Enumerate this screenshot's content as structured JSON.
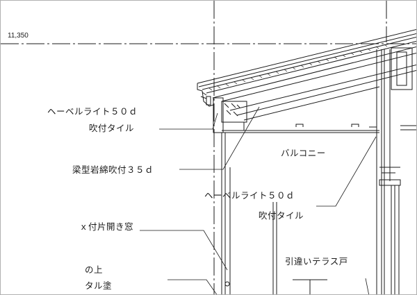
{
  "dimension": "11,350",
  "labels": {
    "heber_light_upper": "ヘーベルライト５０ｄ",
    "spray_tile_upper": "吹付タイル",
    "beam_rockwool": "梁型岩綿吹付３５ｄ",
    "balcony": "バルコニー",
    "heber_light_lower": "ヘーベルライト５０ｄ",
    "spray_tile_lower": "吹付タイル",
    "window": "ｘ付片開き窓",
    "top_of": "の上",
    "terrace_door": "引違いテラス戸",
    "mortar_finish": "タル塗"
  },
  "colors": {
    "ink": "#1a1a1a",
    "frame": "#b0b0b0",
    "paper": "#ffffff"
  }
}
